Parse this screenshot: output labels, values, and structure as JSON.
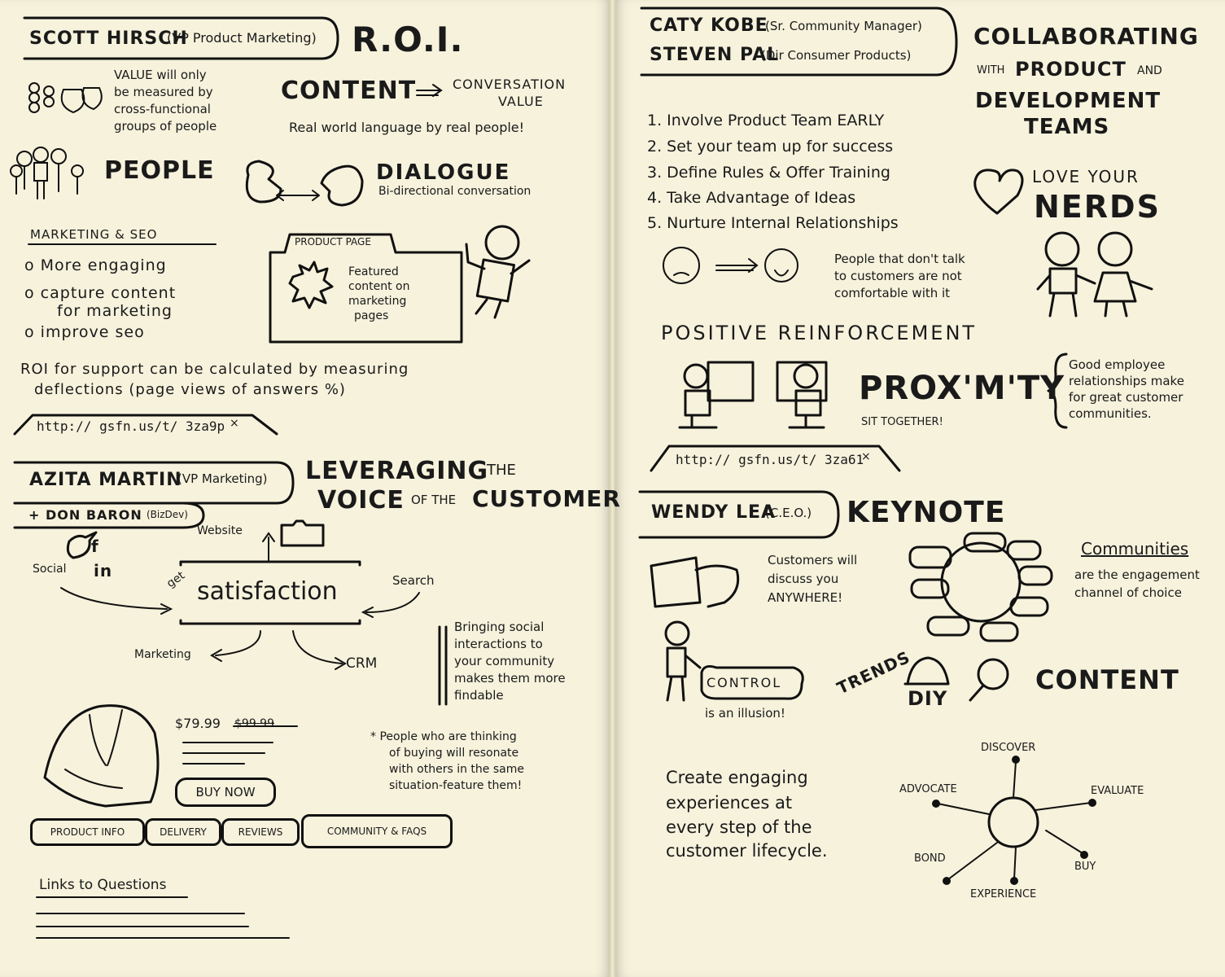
{
  "left": {
    "hirsch": {
      "name": "SCOTT HIRSCH",
      "role": "(VP Product Marketing)",
      "topic": "R.O.I.",
      "value_text_1": "VALUE will only",
      "value_text_2": "be measured by",
      "value_text_3": "cross-functional",
      "value_text_4": "groups of people",
      "content_word": "CONTENT",
      "conversation_1": "CONVERSATION",
      "conversation_2": "VALUE",
      "real_world": "Real world language by real people!",
      "people": "PEOPLE",
      "dialogue": "DIALOGUE",
      "dialogue_sub": "Bi-directional conversation",
      "mkt_heading": "MARKETING & SEO",
      "bullets": [
        "o More engaging",
        "o capture content",
        "for marketing",
        "o improve seo"
      ],
      "product_page_tab": "PRODUCT PAGE",
      "featured_1": "Featured",
      "featured_2": "content on",
      "featured_3": "marketing",
      "featured_4": "pages",
      "roi_1": "ROI for support can be calculated by measuring",
      "roi_2": "deflections (page views of answers %)",
      "url": "http:// gsfn.us/t/ 3za9p",
      "url_close": "×"
    },
    "martin": {
      "name": "AZITA MARTIN",
      "role": "(VP Marketing)",
      "sub_name": "+ DON BARON",
      "sub_role": "(BizDev)",
      "title_1": "LEVERAGING",
      "title_1b": "THE",
      "title_2": "VOICE",
      "title_2b": "OF THE",
      "title_2c": "CUSTOMER",
      "website": "Website",
      "social": "Social",
      "search": "Search",
      "get": "get",
      "satisfaction": "satisfaction",
      "marketing": "Marketing",
      "crm": "CRM",
      "bringing_1": "Bringing social",
      "bringing_2": "interactions to",
      "bringing_3": "your community",
      "bringing_4": "makes them more",
      "bringing_5": "findable",
      "price": "$79.99",
      "old_price": "$99.99",
      "buy_now": "BUY NOW",
      "note_1": "* People who are thinking",
      "note_2": "of buying will resonate",
      "note_3": "with others in the same",
      "note_4": "situation-feature them!",
      "tabs": [
        "PRODUCT INFO",
        "DELIVERY",
        "REVIEWS",
        "COMMUNITY & FAQS"
      ],
      "links": "Links to Questions",
      "f_icon": "f",
      "in_icon": "in"
    }
  },
  "right": {
    "kobe": {
      "name_1": "CATY KOBE",
      "role_1": "(Sr. Community Manager)",
      "name_2": "STEVEN PAL",
      "role_2": "(Dir Consumer Products)",
      "title_1": "COLLABORATING",
      "title_2a": "WITH",
      "title_2b": "PRODUCT",
      "title_2c": "AND",
      "title_3": "DEVELOPMENT",
      "title_4": "TEAMS",
      "list": [
        "1. Involve Product Team EARLY",
        "2. Set your team up for success",
        "3. Define Rules & Offer Training",
        "4. Take Advantage of Ideas",
        "5. Nurture Internal Relationships"
      ],
      "love_1": "LOVE YOUR",
      "love_2": "NERDS",
      "people_note_1": "People that don't talk",
      "people_note_2": "to customers are not",
      "people_note_3": "comfortable with it",
      "positive": "POSITIVE REINFORCEMENT",
      "proximity": "PROX'M'TY",
      "sit_together": "SIT TOGETHER!",
      "good_1": "Good employee",
      "good_2": "relationships make",
      "good_3": "for great customer",
      "good_4": "communities.",
      "url": "http:// gsfn.us/t/ 3za61",
      "url_close": "×"
    },
    "lea": {
      "name": "WENDY LEA",
      "role": "(C.E.O.)",
      "keynote": "KEYNOTE",
      "cust_1": "Customers will",
      "cust_2": "discuss you",
      "cust_3": "ANYWHERE!",
      "communities": "Communities",
      "comm_2": "are the engagement",
      "comm_3": "channel of choice",
      "control": "CONTROL",
      "illusion": "is an illusion!",
      "trends": "TRENDS",
      "diy": "DIY",
      "content": "CONTENT",
      "create_1": "Create engaging",
      "create_2": "experiences at",
      "create_3": "every step of the",
      "create_4": "customer lifecycle.",
      "cycle": {
        "discover": "DISCOVER",
        "evaluate": "EVALUATE",
        "buy": "BUY",
        "experience": "EXPERIENCE",
        "bond": "BOND",
        "advocate": "ADVOCATE"
      }
    }
  },
  "colors": {
    "paper": "#f6f2dc",
    "ink": "#111111"
  }
}
